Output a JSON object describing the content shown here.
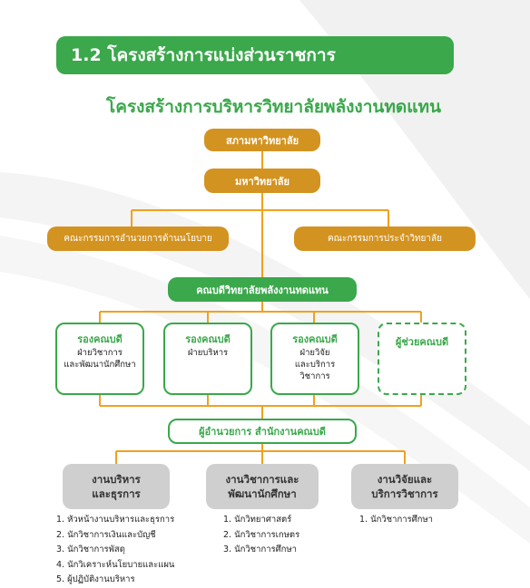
{
  "section_heading": "1.2 โครงสร้างการแบ่งส่วนราชการ",
  "chart_title": "โครงสร้างการบริหารวิทยาลัยพลังงานทดแทน",
  "nodes": {
    "council": "สภามหาวิทยาลัย",
    "university": "มหาวิทยาลัย",
    "policy_committee": "คณะกรรมการอำนวยการด้านนโยบาย",
    "college_committee": "คณะกรรมการประจำวิทยาลัย",
    "dean": "คณบดีวิทยาลัยพลังงานทดแทน",
    "director": "ผู้อำนวยการ สำนักงานคณบดี"
  },
  "vice_deans": [
    {
      "title": "รองคณบดี",
      "lines": [
        "ฝ่ายวิชาการ",
        "และพัฒนานักศึกษา"
      ]
    },
    {
      "title": "รองคณบดี",
      "lines": [
        "ฝ่ายบริหาร"
      ]
    },
    {
      "title": "รองคณบดี",
      "lines": [
        "ฝ่ายวิจัย",
        "และบริการ",
        "วิชาการ"
      ]
    },
    {
      "title": "ผู้ช่วยคณบดี",
      "lines": []
    }
  ],
  "units": [
    {
      "lines": [
        "งานบริหาร",
        "และธุรการ"
      ],
      "items": [
        "1. หัวหน้างานบริหารและธุรการ",
        "2. นักวิชาการเงินและบัญชี",
        "3. นักวิชาการพัสดุ",
        "4. นักวิเคราะห์นโยบายและแผน",
        "5. ผู้ปฏิบัติงานบริหาร"
      ]
    },
    {
      "lines": [
        "งานวิชาการและ",
        "พัฒนานักศึกษา"
      ],
      "items": [
        "1. นักวิทยาศาสตร์",
        "2. นักวิชาการเกษตร",
        "3. นักวิชาการศึกษา"
      ]
    },
    {
      "lines": [
        "งานวิจัยและ",
        "บริการวิชาการ"
      ],
      "items": [
        "1. นักวิชาการศึกษา"
      ]
    }
  ],
  "colors": {
    "green": "#3aa84b",
    "gold": "#d39321",
    "grey": "#cfcfcf",
    "connector": "#f0a020"
  }
}
